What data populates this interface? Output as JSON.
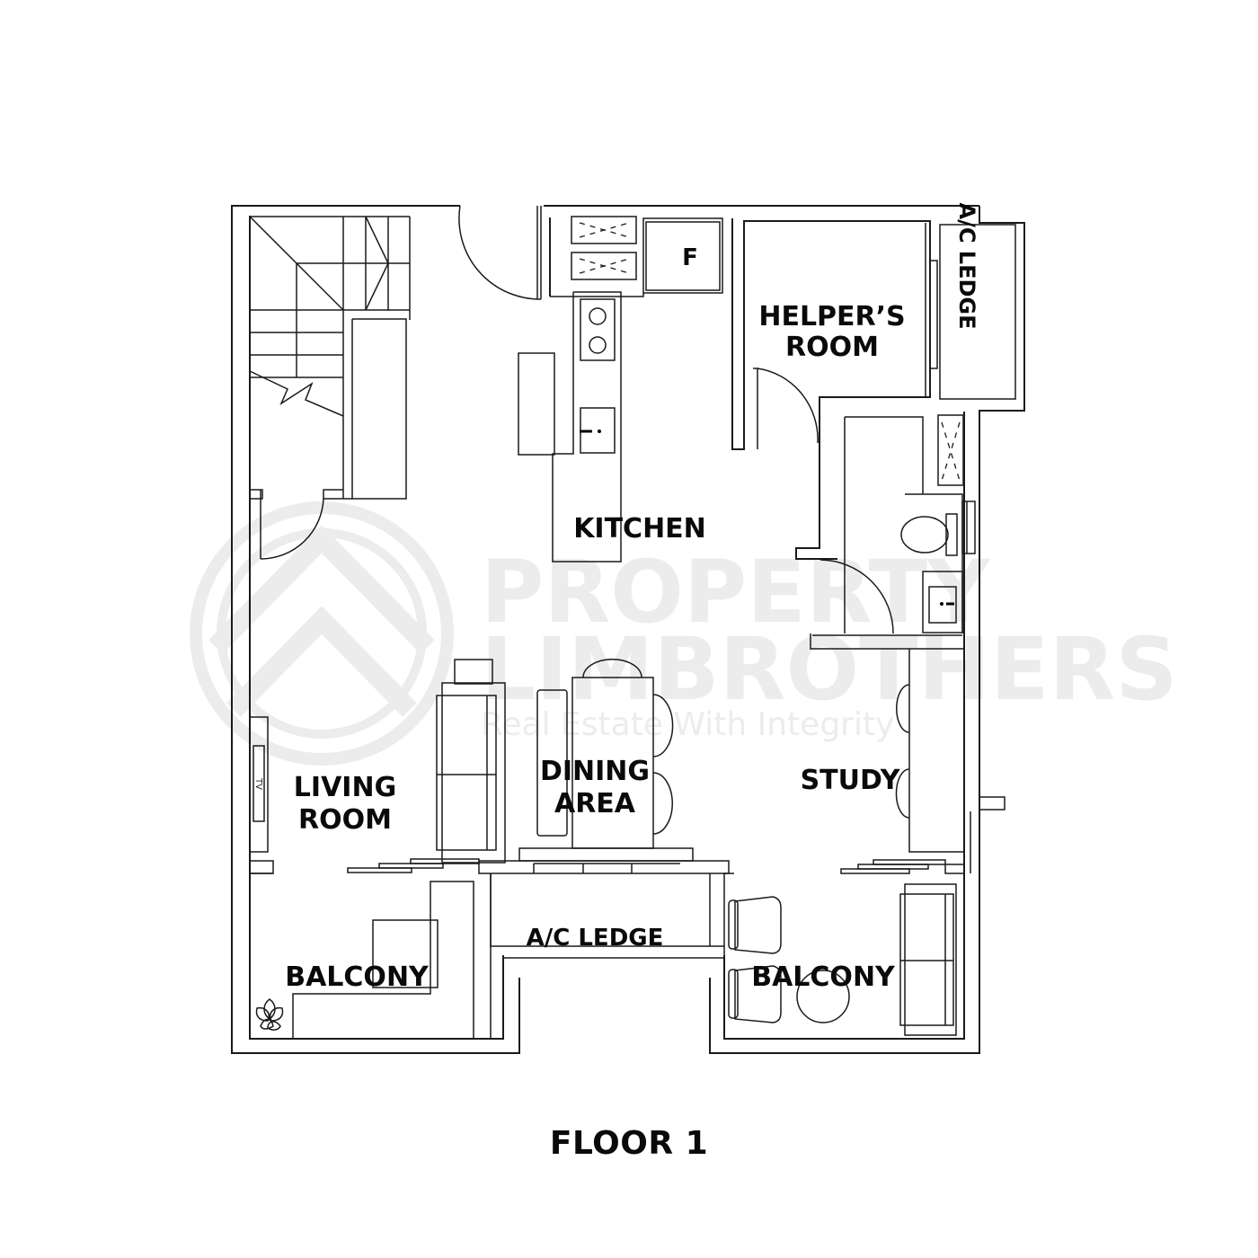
{
  "watermark": {
    "line1": "PROPERTY",
    "line2": "LIMBROTHERS",
    "tagline": "Real Estate With Integrity",
    "color": "#ececec"
  },
  "rooms": {
    "kitchen": "KITCHEN",
    "fridge": "F",
    "helpers_room_line1": "HELPER’S",
    "helpers_room_line2": "ROOM",
    "ac_ledge_top": "A/C LEDGE",
    "living_room_line1": "LIVING",
    "living_room_line2": "ROOM",
    "dining_line1": "DINING",
    "dining_line2": "AREA",
    "study": "STUDY",
    "ac_ledge_bottom": "A/C LEDGE",
    "balcony_left": "BALCONY",
    "balcony_right": "BALCONY",
    "tv": "TV"
  },
  "floor_title": "FLOOR 1",
  "colors": {
    "line": "#1a1a1a",
    "text": "#0a0a0a",
    "background": "#ffffff"
  }
}
